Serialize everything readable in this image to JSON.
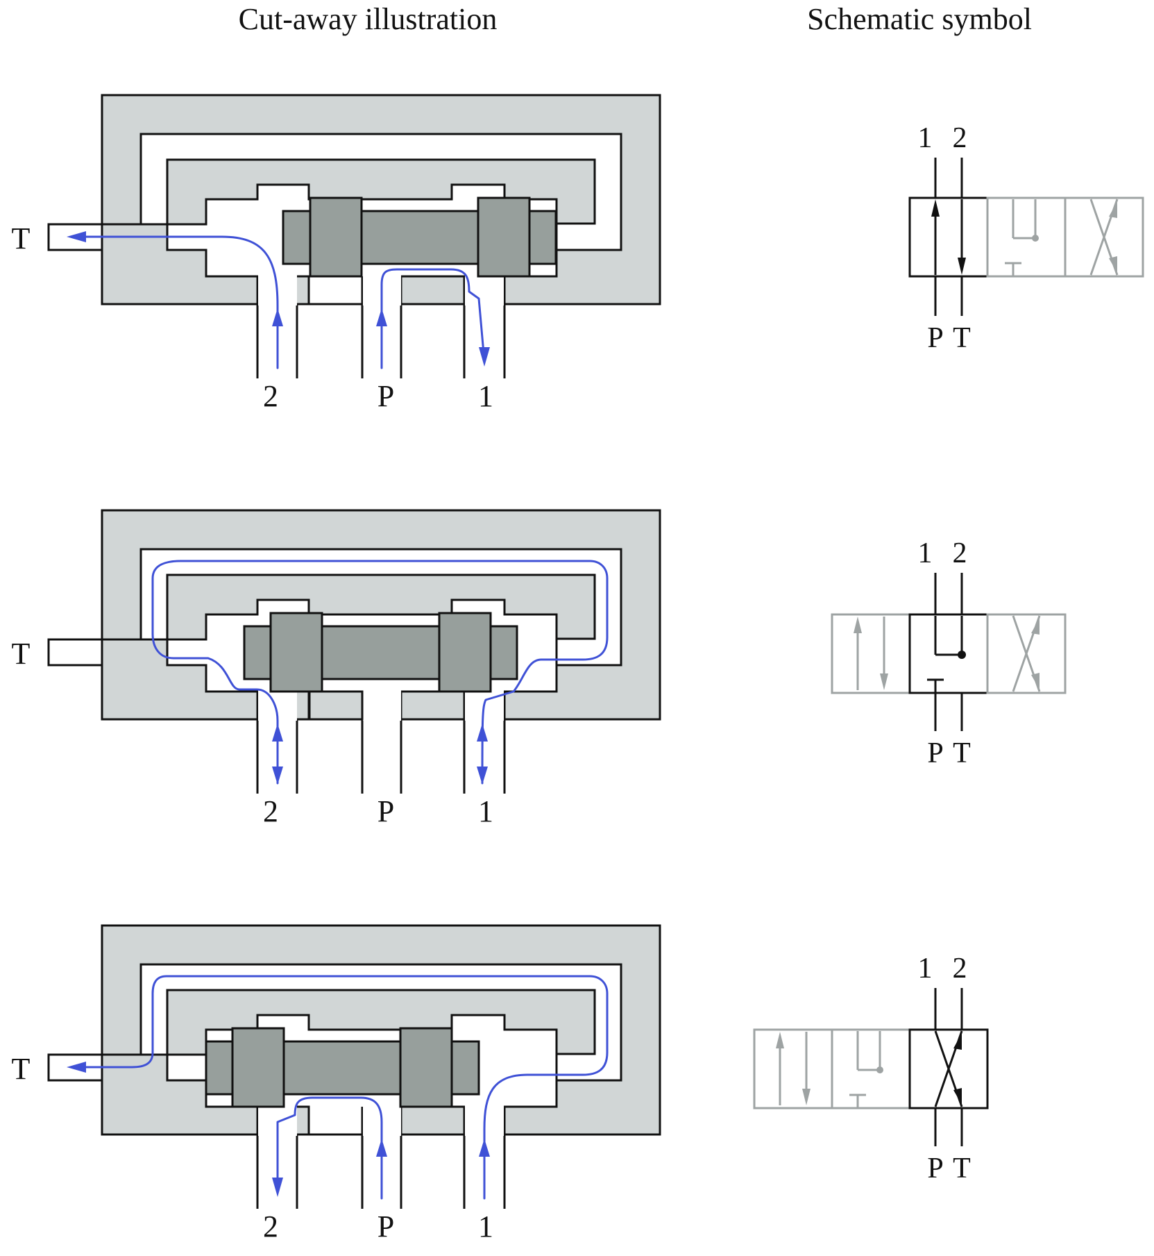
{
  "headers": {
    "cutaway": "Cut-away illustration",
    "schematic": "Schematic symbol"
  },
  "ports": {
    "tank": "T",
    "pressure": "P",
    "work_a": "1",
    "work_b": "2"
  },
  "colors": {
    "housing": "#d1d6d6",
    "spool": "#979f9c",
    "flow": "#3f51d6",
    "active_symbol": "#111111",
    "inactive_symbol": "#9ea3a3"
  },
  "positions": [
    {
      "id": "pos-1",
      "spool_state": "right",
      "active_envelope": "parallel",
      "flow": "P to 1, 2 to T"
    },
    {
      "id": "pos-2",
      "spool_state": "center",
      "active_envelope": "center-closed",
      "flow": "1 and 2 to T, P blocked"
    },
    {
      "id": "pos-3",
      "spool_state": "left",
      "active_envelope": "crossed",
      "flow": "P to 2, 1 to T"
    }
  ]
}
